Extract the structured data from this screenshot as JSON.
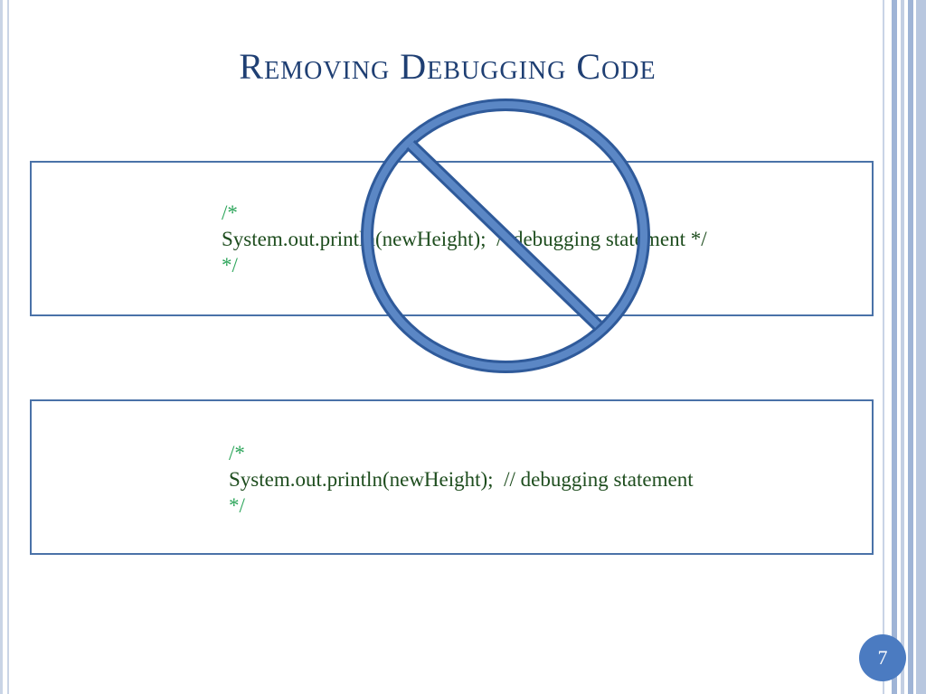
{
  "slide": {
    "title": "Removing Debugging Code",
    "page_number": "7"
  },
  "code_box_1": {
    "line1": "/*",
    "line2_code": "System.out.println(newHeight);  ",
    "line2_comment": "/*debugging statement */",
    "line3": "*/"
  },
  "code_box_2": {
    "line1": "/*",
    "line2_code": "System.out.println(newHeight);  ",
    "line2_comment": "// debugging statement",
    "line3": "*/"
  },
  "colors": {
    "title": "#1f3f73",
    "box_border": "#4a72a8",
    "code_text": "#1e4d1e",
    "comment_marker": "#2ca55a",
    "prohibit_sign": "#4a72a8",
    "page_badge": "#4b7bc1"
  },
  "icons": {
    "prohibit": "prohibition-sign-icon"
  }
}
